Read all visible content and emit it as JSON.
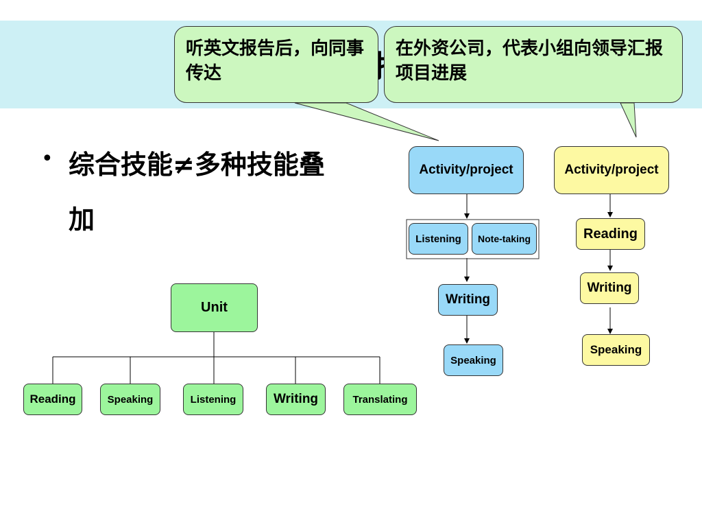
{
  "slide": {
    "title_partial": "描",
    "bullet": "综合技能≠多种技能叠加"
  },
  "callouts": {
    "left": "听英文报告后，向同事传达",
    "right": "在外资公司，代表小组向领导汇报项目进展"
  },
  "tree": {
    "root": "Unit",
    "children": [
      "Reading",
      "Speaking",
      "Listening",
      "Writing",
      "Translating"
    ]
  },
  "flow_blue": {
    "top": "Activity/project",
    "pair": [
      "Listening",
      "Note-taking"
    ],
    "steps": [
      "Writing",
      "Speaking"
    ]
  },
  "flow_yellow": {
    "top": "Activity/project",
    "steps": [
      "Reading",
      "Writing",
      "Speaking"
    ]
  },
  "colors": {
    "title_band": "#cdf0f5",
    "green": "#9cf59c",
    "blue": "#99d9f8",
    "yellow": "#fdf9a2",
    "callout": "#ccf7bf"
  }
}
